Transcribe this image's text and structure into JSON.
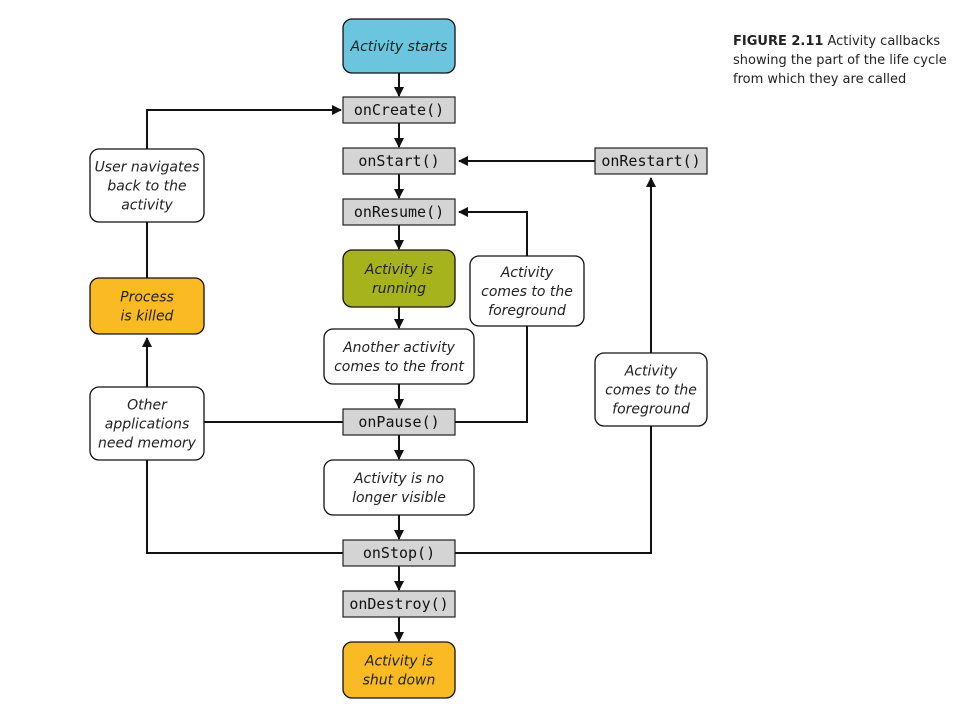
{
  "caption": {
    "figure_label": "FIGURE 2.11",
    "text": "Activity callbacks showing the part of the life cycle from which they are called"
  },
  "colors": {
    "start": "#6cc5df",
    "running": "#a6b31c",
    "killed": "#f9ba24",
    "shutdown": "#f9ba24",
    "callback": "#d4d4d4",
    "note": "#ffffff",
    "line": "#111111"
  },
  "nodes": {
    "activity_starts": [
      "Activity starts"
    ],
    "on_create": [
      "onCreate()"
    ],
    "on_start": [
      "onStart()"
    ],
    "on_resume": [
      "onResume()"
    ],
    "activity_running": [
      "Activity is",
      "running"
    ],
    "another_activity": [
      "Another activity",
      "comes to the front"
    ],
    "on_pause": [
      "onPause()"
    ],
    "no_longer_visible": [
      "Activity is no",
      "longer visible"
    ],
    "on_stop": [
      "onStop()"
    ],
    "on_destroy": [
      "onDestroy()"
    ],
    "shut_down": [
      "Activity is",
      "shut down"
    ],
    "on_restart": [
      "onRestart()"
    ],
    "user_navigates": [
      "User navigates",
      "back to the",
      "activity"
    ],
    "process_killed": [
      "Process",
      "is killed"
    ],
    "other_apps": [
      "Other",
      "applications",
      "need memory"
    ],
    "foreground_1": [
      "Activity",
      "comes to the",
      "foreground"
    ],
    "foreground_2": [
      "Activity",
      "comes to the",
      "foreground"
    ]
  }
}
